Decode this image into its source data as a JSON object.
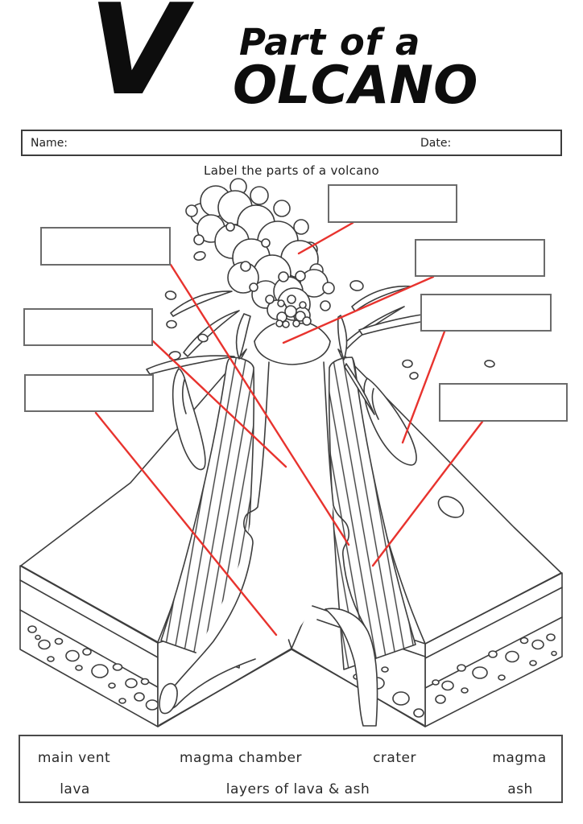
{
  "title": {
    "initial": "V",
    "line1": "Part of a",
    "line2": "OLCANO"
  },
  "form": {
    "name_label": "Name:",
    "date_label": "Date:"
  },
  "instruction": "Label the parts of a volcano",
  "answer_boxes": [
    "",
    "",
    "",
    "",
    "",
    "",
    ""
  ],
  "word_bank": {
    "row1": [
      "main vent",
      "magma chamber",
      "crater",
      "magma"
    ],
    "row2": [
      "lava",
      "layers of lava & ash",
      "ash"
    ]
  },
  "colors": {
    "line_art": "#3d3d3d",
    "leader_line": "#e8332e",
    "box_border": "#6b6b6b"
  }
}
